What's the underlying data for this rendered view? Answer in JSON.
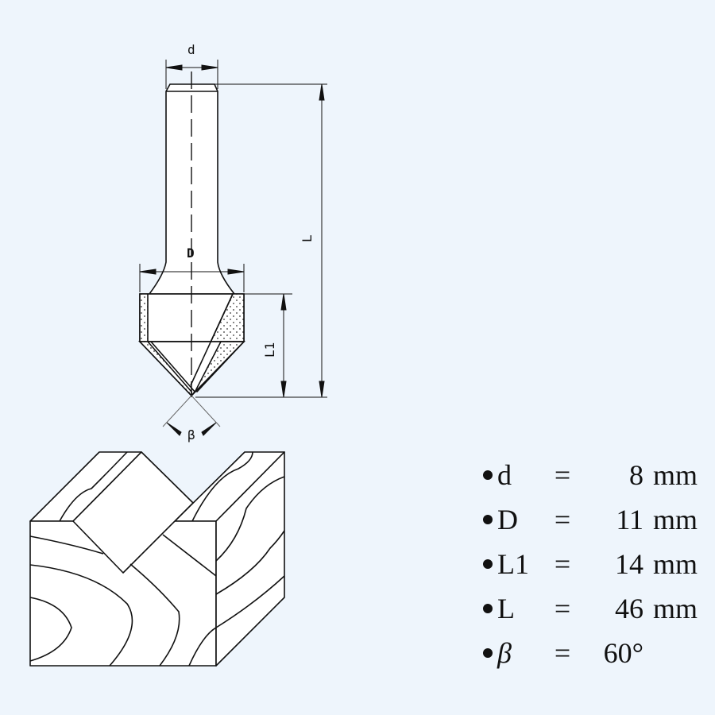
{
  "drawing": {
    "labels": {
      "shank_diameter": "d",
      "cutting_diameter": "D",
      "overall_length": "L",
      "cutting_length": "L1",
      "angle": "β"
    }
  },
  "specs": [
    {
      "symbol": "d",
      "equals": "=",
      "value": "8",
      "unit": "mm"
    },
    {
      "symbol": "D",
      "equals": "=",
      "value": "11",
      "unit": "mm"
    },
    {
      "symbol": "L1",
      "equals": "=",
      "value": "14",
      "unit": "mm"
    },
    {
      "symbol": "L",
      "equals": "=",
      "value": "46",
      "unit": "mm"
    },
    {
      "symbol": "β",
      "equals": "=",
      "value": "60°",
      "unit": ""
    }
  ],
  "colors": {
    "background": "#eef5fc",
    "line": "#111111",
    "fill": "#ffffff"
  }
}
